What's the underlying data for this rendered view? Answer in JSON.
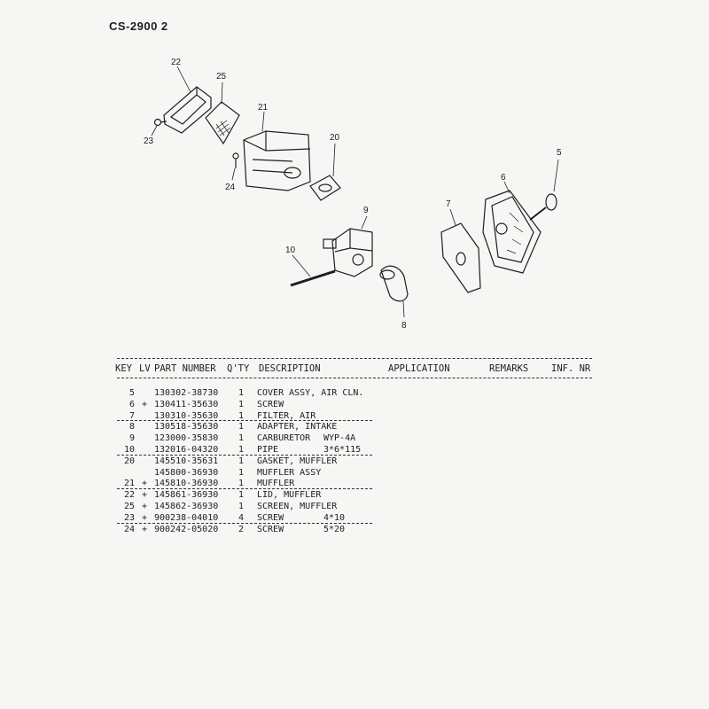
{
  "page": {
    "title": "CS-2900  2"
  },
  "diagram": {
    "callouts": [
      "22",
      "25",
      "21",
      "20",
      "23",
      "24",
      "9",
      "10",
      "8",
      "7",
      "6",
      "5"
    ]
  },
  "table": {
    "columns": [
      "KEY",
      "LV",
      "PART NUMBER",
      "Q'TY",
      "DESCRIPTION",
      "APPLICATION",
      "REMARKS",
      "INF. NR"
    ],
    "rows": [
      {
        "key": "5",
        "lv": "",
        "part": "130302-38730",
        "qty": "1",
        "desc": "COVER ASSY, AIR CLN.",
        "spec": "",
        "underline": false
      },
      {
        "key": "6",
        "lv": "+",
        "part": "130411-35630",
        "qty": "1",
        "desc": "SCREW",
        "spec": "",
        "underline": false
      },
      {
        "key": "7",
        "lv": "",
        "part": "130310-35630",
        "qty": "1",
        "desc": "FILTER, AIR",
        "spec": "",
        "underline": true
      },
      {
        "key": "8",
        "lv": "",
        "part": "130518-35630",
        "qty": "1",
        "desc": "ADAPTER, INTAKE",
        "spec": "",
        "underline": false
      },
      {
        "key": "9",
        "lv": "",
        "part": "123000-35830",
        "qty": "1",
        "desc": "CARBURETOR",
        "spec": "WYP-4A",
        "underline": false
      },
      {
        "key": "10",
        "lv": "",
        "part": "132016-04320",
        "qty": "1",
        "desc": "PIPE",
        "spec": "3*6*115",
        "underline": true
      },
      {
        "key": "20",
        "lv": "",
        "part": "145510-35631",
        "qty": "1",
        "desc": "GASKET, MUFFLER",
        "spec": "",
        "underline": false
      },
      {
        "key": "",
        "lv": "",
        "part": "145800-36930",
        "qty": "1",
        "desc": "MUFFLER ASSY",
        "spec": "",
        "underline": false
      },
      {
        "key": "21",
        "lv": "+",
        "part": "145810-36930",
        "qty": "1",
        "desc": "MUFFLER",
        "spec": "",
        "underline": true
      },
      {
        "key": "22",
        "lv": "+",
        "part": "145861-36930",
        "qty": "1",
        "desc": "LID, MUFFLER",
        "spec": "",
        "underline": false
      },
      {
        "key": "25",
        "lv": "+",
        "part": "145862-36930",
        "qty": "1",
        "desc": "SCREEN, MUFFLER",
        "spec": "",
        "underline": false
      },
      {
        "key": "23",
        "lv": "+",
        "part": "900238-04010",
        "qty": "4",
        "desc": "SCREW",
        "spec": "4*10",
        "underline": true
      },
      {
        "key": "24",
        "lv": "+",
        "part": "900242-05020",
        "qty": "2",
        "desc": "SCREW",
        "spec": "5*20",
        "underline": false
      }
    ]
  }
}
